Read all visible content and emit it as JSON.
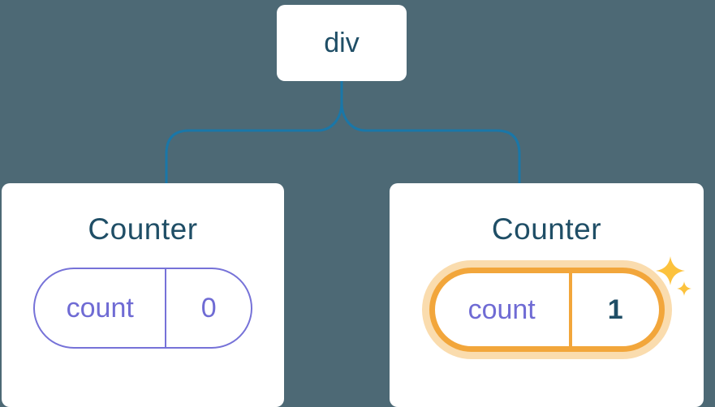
{
  "colors": {
    "background": "#4d6975",
    "card_bg": "#ffffff",
    "title_text": "#1f4e66",
    "connector": "#1a77a8",
    "pill_border": "#7672d8",
    "pill_text": "#6f6bd4",
    "highlight_border": "#f2a63b",
    "highlight_glow": "#f6c478",
    "sparkle": "#fcc23d"
  },
  "tree": {
    "root": {
      "label": "div"
    },
    "children": [
      {
        "title": "Counter",
        "state_key": "count",
        "state_value": "0",
        "highlighted": false
      },
      {
        "title": "Counter",
        "state_key": "count",
        "state_value": "1",
        "highlighted": true
      }
    ]
  }
}
